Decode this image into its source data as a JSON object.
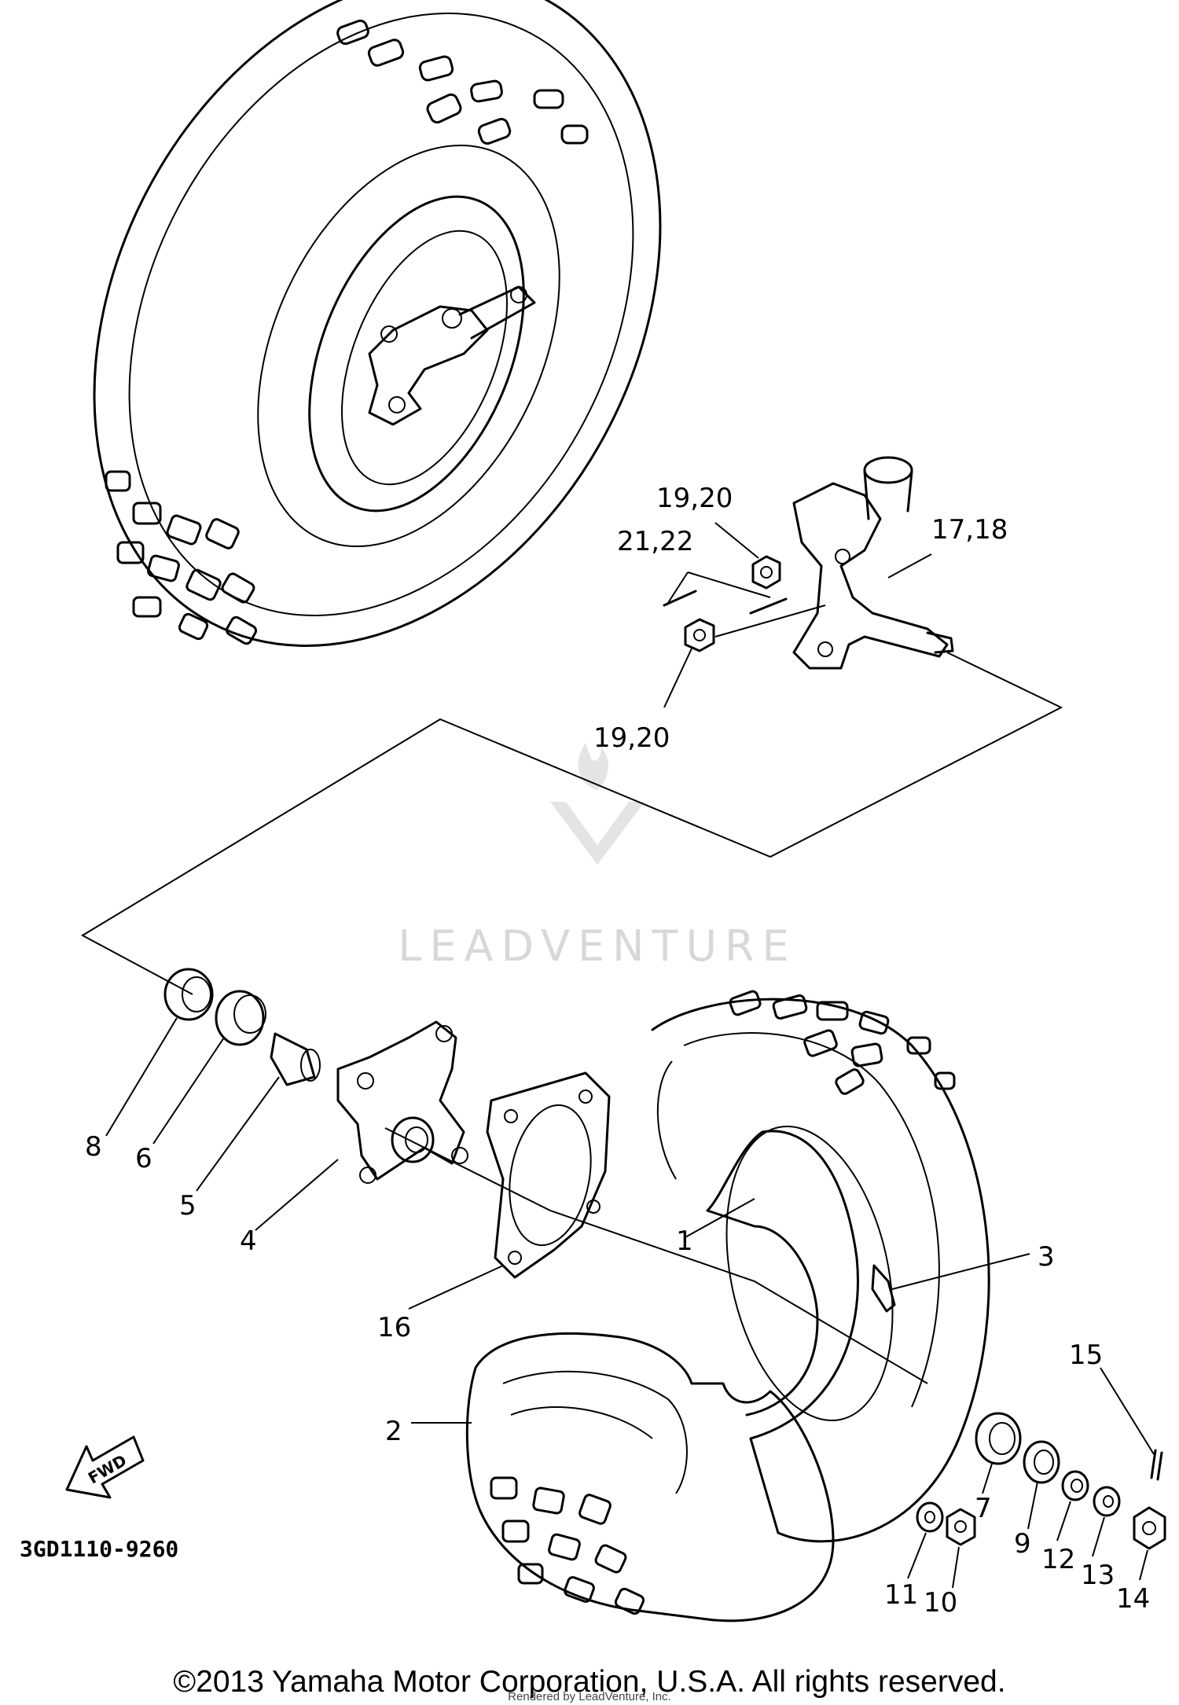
{
  "diagram": {
    "part_code": "3GD1110-9260",
    "fwd_label": "FWD",
    "watermark": "LEADVENTURE",
    "copyright": "©2013 Yamaha Motor Corporation, U.S.A. All rights reserved.",
    "rendered_by": "Rendered by LeadVenture, Inc.",
    "callouts": [
      {
        "id": "c1",
        "text": "1"
      },
      {
        "id": "c2",
        "text": "2"
      },
      {
        "id": "c3",
        "text": "3"
      },
      {
        "id": "c4",
        "text": "4"
      },
      {
        "id": "c5",
        "text": "5"
      },
      {
        "id": "c6",
        "text": "6"
      },
      {
        "id": "c7",
        "text": "7"
      },
      {
        "id": "c8",
        "text": "8"
      },
      {
        "id": "c9",
        "text": "9"
      },
      {
        "id": "c10",
        "text": "10"
      },
      {
        "id": "c11",
        "text": "11"
      },
      {
        "id": "c12",
        "text": "12"
      },
      {
        "id": "c13",
        "text": "13"
      },
      {
        "id": "c14",
        "text": "14"
      },
      {
        "id": "c15",
        "text": "15"
      },
      {
        "id": "c16",
        "text": "16"
      },
      {
        "id": "c17_18",
        "text": "17,18"
      },
      {
        "id": "c19_20_top",
        "text": "19,20"
      },
      {
        "id": "c19_20_bottom",
        "text": "19,20"
      },
      {
        "id": "c21_22",
        "text": "21,22"
      }
    ]
  }
}
